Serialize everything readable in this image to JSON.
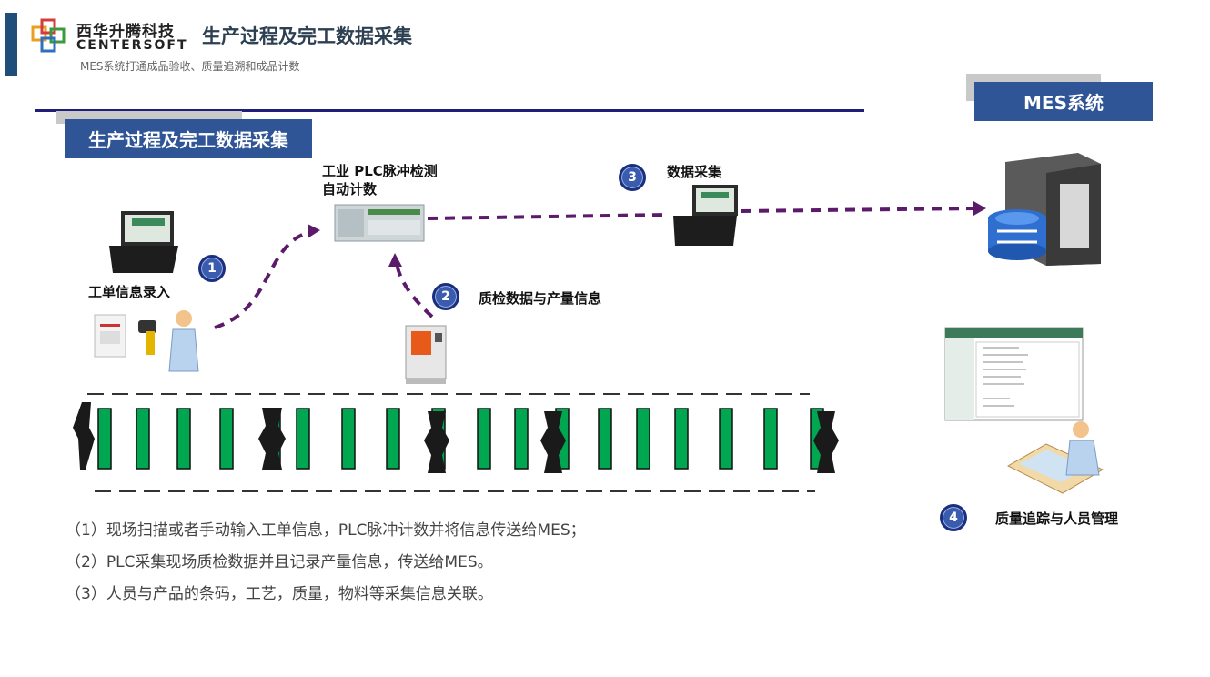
{
  "header": {
    "brand_cn": "西华升腾科技",
    "brand_en": "CENTERSOFT",
    "page_title": "生产过程及完工数据采集",
    "subtitle": "MES系统打通成品验收、质量追溯和成品计数"
  },
  "section_box": {
    "label": "生产过程及完工数据采集"
  },
  "mes_box": {
    "label": "MES系统"
  },
  "labels": {
    "plc": "工业 PLC脉冲检测自动计数",
    "data_collect": "数据采集",
    "work_order": "工单信息录入",
    "qc": "质检数据与产量信息",
    "quality": "质量追踪与人员管理"
  },
  "steps": [
    "1",
    "2",
    "3",
    "4"
  ],
  "descriptions": [
    "（1）现场扫描或者手动输入工单信息，PLC脉冲计数并将信息传送给MES；",
    "（2）PLC采集现场质检数据并且记录产量信息，传送给MES。",
    "（3）人员与产品的条码，工艺，质量，物料等采集信息关联。"
  ],
  "colors": {
    "accent_blue": "#2f5597",
    "arrow_purple": "#5c1a6b",
    "conveyor_green": "#00a650",
    "title_rule": "#1f1f7a"
  }
}
